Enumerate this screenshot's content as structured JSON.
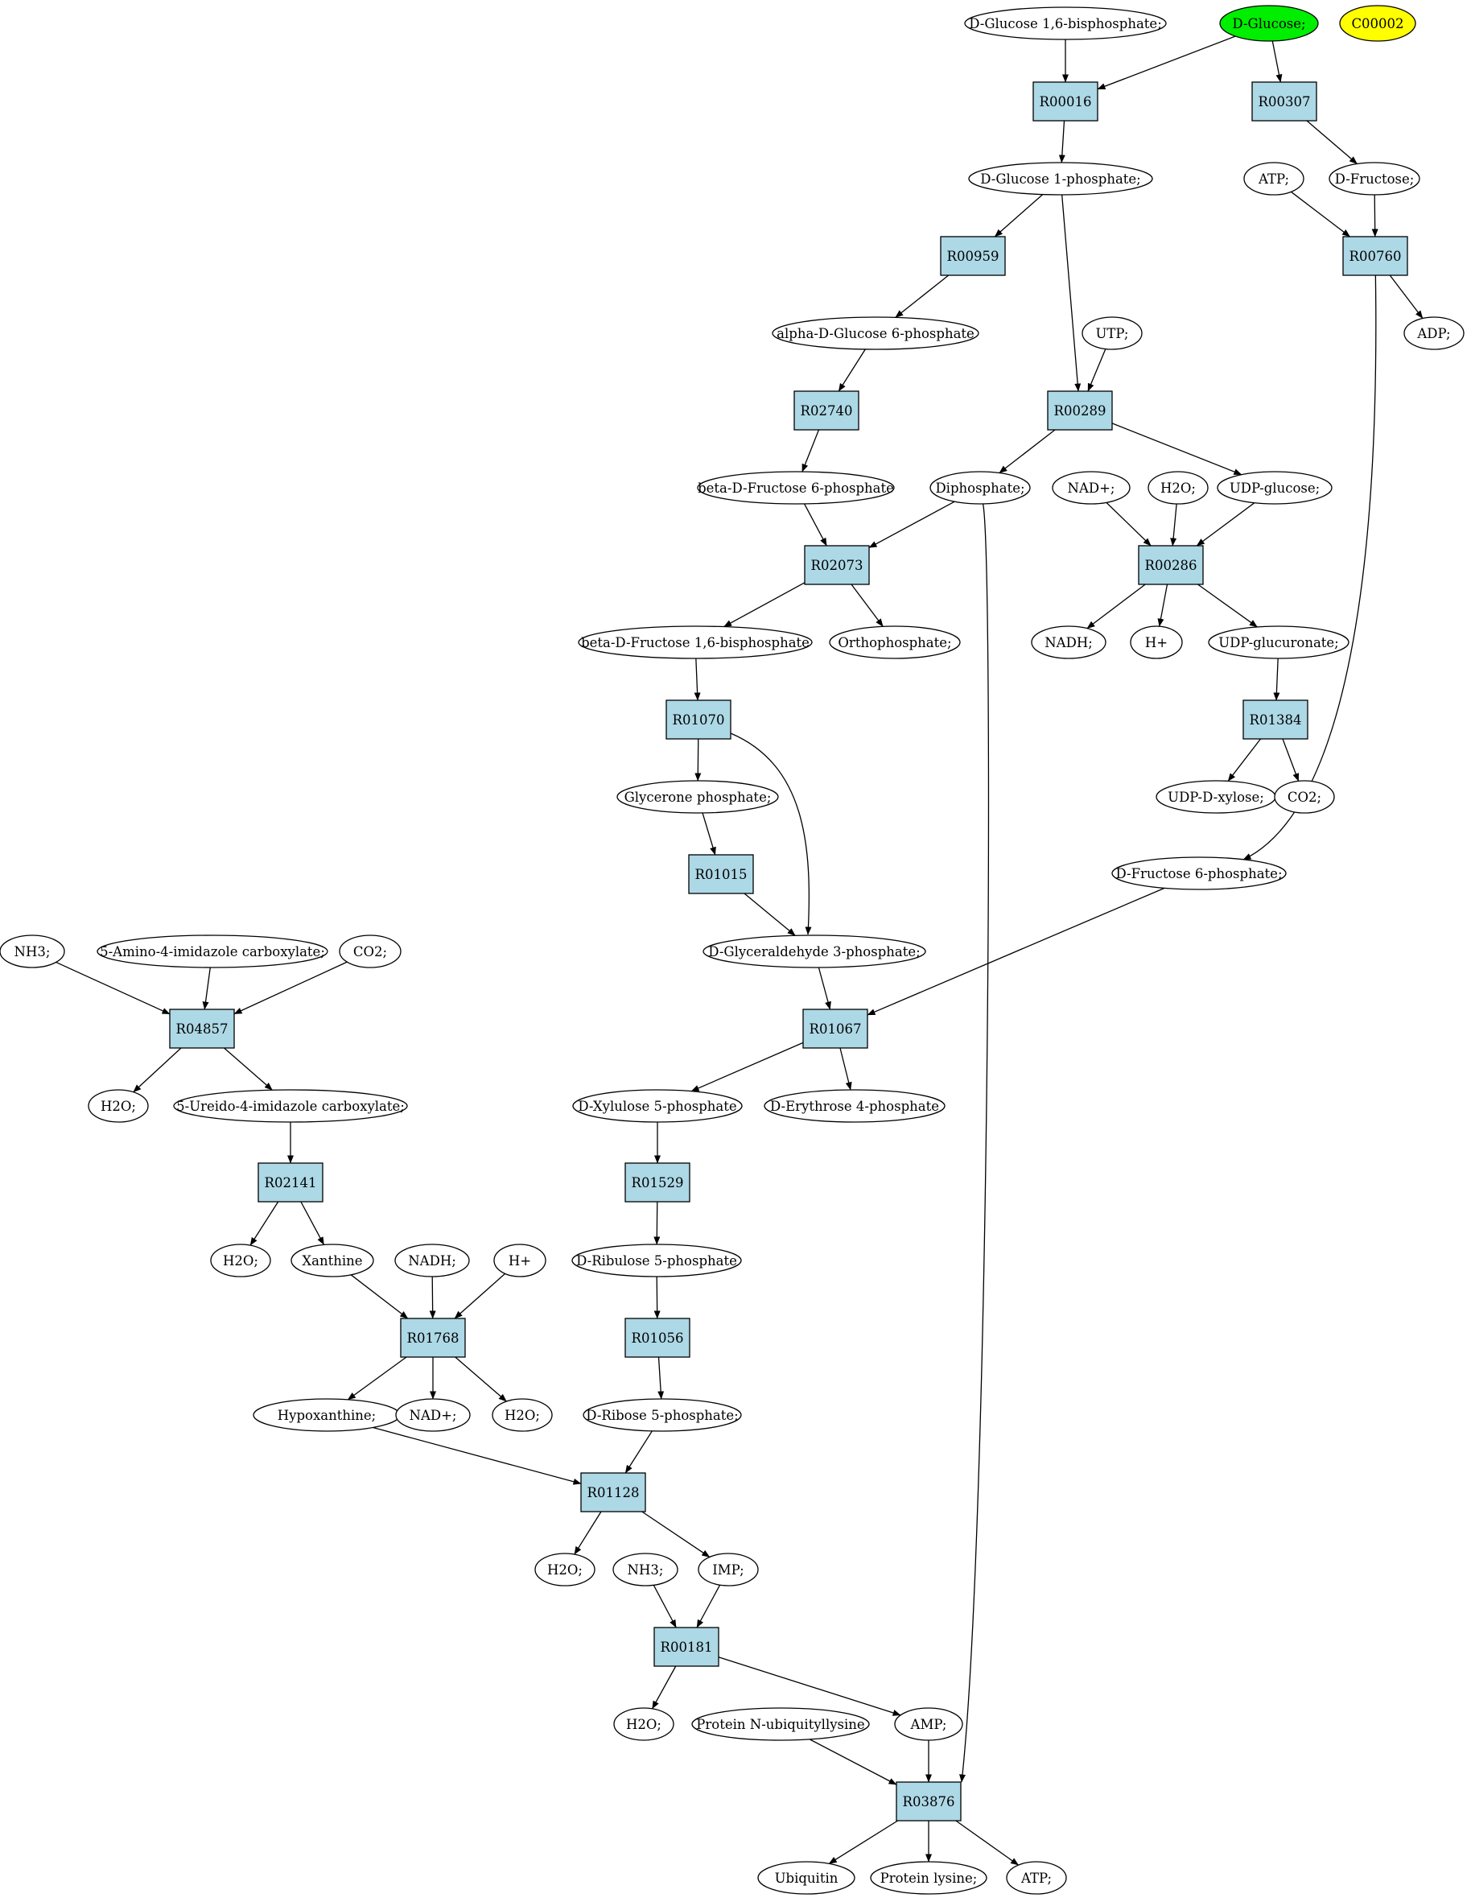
{
  "colors": {
    "reaction_fill": "#add8e6",
    "compound_fill": "#ffffff",
    "start_fill": "#00ee00",
    "target_fill": "#ffff00",
    "stroke": "#000000"
  },
  "nodes": {
    "c1": {
      "label": "D-Glucose 1,6-bisphosphate;",
      "kind": "compound"
    },
    "c2": {
      "label": "D-Glucose;",
      "kind": "start"
    },
    "c3": {
      "label": "C00002",
      "kind": "target"
    },
    "r1": {
      "label": "R00016",
      "kind": "reaction"
    },
    "r2": {
      "label": "R00307",
      "kind": "reaction"
    },
    "c4": {
      "label": "D-Glucose 1-phosphate;",
      "kind": "compound"
    },
    "c5": {
      "label": "ATP;",
      "kind": "compound"
    },
    "c6": {
      "label": "D-Fructose;",
      "kind": "compound"
    },
    "r3": {
      "label": "R00959",
      "kind": "reaction"
    },
    "r4": {
      "label": "R00760",
      "kind": "reaction"
    },
    "c7": {
      "label": "alpha-D-Glucose 6-phosphate",
      "kind": "compound"
    },
    "c8": {
      "label": "UTP;",
      "kind": "compound"
    },
    "c9": {
      "label": "ADP;",
      "kind": "compound"
    },
    "r5": {
      "label": "R02740",
      "kind": "reaction"
    },
    "r6": {
      "label": "R00289",
      "kind": "reaction"
    },
    "c10": {
      "label": "beta-D-Fructose 6-phosphate",
      "kind": "compound"
    },
    "c11": {
      "label": "Diphosphate;",
      "kind": "compound"
    },
    "c12": {
      "label": "NAD+;",
      "kind": "compound"
    },
    "c13": {
      "label": "H2O;",
      "kind": "compound"
    },
    "c14": {
      "label": "UDP-glucose;",
      "kind": "compound"
    },
    "r7": {
      "label": "R02073",
      "kind": "reaction"
    },
    "r8": {
      "label": "R00286",
      "kind": "reaction"
    },
    "c15": {
      "label": "beta-D-Fructose 1,6-bisphosphate",
      "kind": "compound"
    },
    "c16": {
      "label": "Orthophosphate;",
      "kind": "compound"
    },
    "c17": {
      "label": "NADH;",
      "kind": "compound"
    },
    "c18": {
      "label": "H+",
      "kind": "compound"
    },
    "c19": {
      "label": "UDP-glucuronate;",
      "kind": "compound"
    },
    "r9": {
      "label": "R01070",
      "kind": "reaction"
    },
    "r10": {
      "label": "R01384",
      "kind": "reaction"
    },
    "c20": {
      "label": "Glycerone phosphate;",
      "kind": "compound"
    },
    "c21": {
      "label": "UDP-D-xylose;",
      "kind": "compound"
    },
    "c22": {
      "label": "CO2;",
      "kind": "compound"
    },
    "r11": {
      "label": "R01015",
      "kind": "reaction"
    },
    "c23": {
      "label": "D-Fructose 6-phosphate;",
      "kind": "compound"
    },
    "c24": {
      "label": "NH3;",
      "kind": "compound"
    },
    "c25": {
      "label": "5-Amino-4-imidazole carboxylate;",
      "kind": "compound"
    },
    "c26": {
      "label": "CO2;",
      "kind": "compound"
    },
    "c27": {
      "label": "D-Glyceraldehyde 3-phosphate;",
      "kind": "compound"
    },
    "r12": {
      "label": "R04857",
      "kind": "reaction"
    },
    "r13": {
      "label": "R01067",
      "kind": "reaction"
    },
    "c28": {
      "label": "H2O;",
      "kind": "compound"
    },
    "c29": {
      "label": "5-Ureido-4-imidazole carboxylate;",
      "kind": "compound"
    },
    "c30": {
      "label": "D-Xylulose 5-phosphate",
      "kind": "compound"
    },
    "c31": {
      "label": "D-Erythrose 4-phosphate",
      "kind": "compound"
    },
    "r14": {
      "label": "R02141",
      "kind": "reaction"
    },
    "r15": {
      "label": "R01529",
      "kind": "reaction"
    },
    "c32": {
      "label": "H2O;",
      "kind": "compound"
    },
    "c33": {
      "label": "Xanthine",
      "kind": "compound"
    },
    "c34": {
      "label": "NADH;",
      "kind": "compound"
    },
    "c35": {
      "label": "H+",
      "kind": "compound"
    },
    "c36": {
      "label": "D-Ribulose 5-phosphate",
      "kind": "compound"
    },
    "r16": {
      "label": "R01768",
      "kind": "reaction"
    },
    "r17": {
      "label": "R01056",
      "kind": "reaction"
    },
    "c37": {
      "label": "Hypoxanthine;",
      "kind": "compound"
    },
    "c38": {
      "label": "NAD+;",
      "kind": "compound"
    },
    "c39": {
      "label": "H2O;",
      "kind": "compound"
    },
    "c40": {
      "label": "D-Ribose 5-phosphate;",
      "kind": "compound"
    },
    "r18": {
      "label": "R01128",
      "kind": "reaction"
    },
    "c41": {
      "label": "H2O;",
      "kind": "compound"
    },
    "c42": {
      "label": "NH3;",
      "kind": "compound"
    },
    "c43": {
      "label": "IMP;",
      "kind": "compound"
    },
    "r19": {
      "label": "R00181",
      "kind": "reaction"
    },
    "c44": {
      "label": "H2O;",
      "kind": "compound"
    },
    "c45": {
      "label": "Protein N-ubiquityllysine",
      "kind": "compound"
    },
    "c46": {
      "label": "AMP;",
      "kind": "compound"
    },
    "r20": {
      "label": "R03876",
      "kind": "reaction"
    },
    "c47": {
      "label": "Ubiquitin",
      "kind": "compound"
    },
    "c48": {
      "label": "Protein lysine;",
      "kind": "compound"
    },
    "c49": {
      "label": "ATP;",
      "kind": "compound"
    }
  },
  "edges": [
    [
      "c1",
      "r1"
    ],
    [
      "c2",
      "r1"
    ],
    [
      "c2",
      "r2"
    ],
    [
      "r1",
      "c4"
    ],
    [
      "r2",
      "c6"
    ],
    [
      "c4",
      "r3"
    ],
    [
      "c4",
      "r6"
    ],
    [
      "c5",
      "r4"
    ],
    [
      "c6",
      "r4"
    ],
    [
      "r3",
      "c7"
    ],
    [
      "r4",
      "c9"
    ],
    [
      "r4",
      "c23"
    ],
    [
      "c7",
      "r5"
    ],
    [
      "c8",
      "r6"
    ],
    [
      "r5",
      "c10"
    ],
    [
      "r6",
      "c11"
    ],
    [
      "r6",
      "c14"
    ],
    [
      "c10",
      "r7"
    ],
    [
      "c11",
      "r7"
    ],
    [
      "c11",
      "r20"
    ],
    [
      "c12",
      "r8"
    ],
    [
      "c13",
      "r8"
    ],
    [
      "c14",
      "r8"
    ],
    [
      "r7",
      "c15"
    ],
    [
      "r7",
      "c16"
    ],
    [
      "r8",
      "c17"
    ],
    [
      "r8",
      "c18"
    ],
    [
      "r8",
      "c19"
    ],
    [
      "c15",
      "r9"
    ],
    [
      "c19",
      "r10"
    ],
    [
      "r9",
      "c20"
    ],
    [
      "r9",
      "c27"
    ],
    [
      "r10",
      "c21"
    ],
    [
      "r10",
      "c22"
    ],
    [
      "c20",
      "r11"
    ],
    [
      "r11",
      "c27"
    ],
    [
      "c23",
      "r13"
    ],
    [
      "c27",
      "r13"
    ],
    [
      "c24",
      "r12"
    ],
    [
      "c25",
      "r12"
    ],
    [
      "c26",
      "r12"
    ],
    [
      "r12",
      "c28"
    ],
    [
      "r12",
      "c29"
    ],
    [
      "r13",
      "c30"
    ],
    [
      "r13",
      "c31"
    ],
    [
      "c29",
      "r14"
    ],
    [
      "c30",
      "r15"
    ],
    [
      "r14",
      "c32"
    ],
    [
      "r14",
      "c33"
    ],
    [
      "r15",
      "c36"
    ],
    [
      "c33",
      "r16"
    ],
    [
      "c34",
      "r16"
    ],
    [
      "c35",
      "r16"
    ],
    [
      "c36",
      "r17"
    ],
    [
      "r16",
      "c37"
    ],
    [
      "r16",
      "c38"
    ],
    [
      "r16",
      "c39"
    ],
    [
      "r17",
      "c40"
    ],
    [
      "c37",
      "r18"
    ],
    [
      "c40",
      "r18"
    ],
    [
      "r18",
      "c41"
    ],
    [
      "r18",
      "c43"
    ],
    [
      "c42",
      "r19"
    ],
    [
      "c43",
      "r19"
    ],
    [
      "r19",
      "c44"
    ],
    [
      "r19",
      "c46"
    ],
    [
      "c45",
      "r20"
    ],
    [
      "c46",
      "r20"
    ],
    [
      "r20",
      "c47"
    ],
    [
      "r20",
      "c48"
    ],
    [
      "r20",
      "c49"
    ]
  ]
}
